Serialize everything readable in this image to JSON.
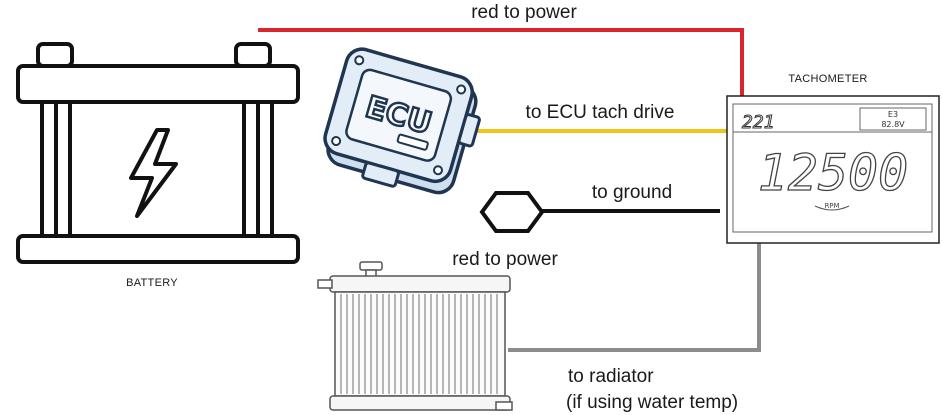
{
  "labels": {
    "top_wire": "red to power",
    "ecu_wire": "to ECU tach drive",
    "ground_wire": "to ground",
    "power_wire_2": "red to power",
    "radiator_wire_line1": "to radiator",
    "radiator_wire_line2": "(if using water temp)",
    "battery": "BATTERY",
    "tachometer": "TACHOMETER"
  },
  "ecu": {
    "text": "ECU"
  },
  "tachometer_display": {
    "reading": "12500",
    "unit": "RPM",
    "top_left": "221",
    "top_right_line1": "E3",
    "top_right_line2": "82.8V"
  },
  "colors": {
    "red_wire": "#d9252b",
    "yellow_wire": "#f0c419",
    "ground_wire": "#111111",
    "gray_wire": "#8c8c8c",
    "ecu_body": "#dde8f4",
    "ecu_outline": "#1f3550"
  },
  "icons": {
    "battery_symbol": "lightning-icon",
    "ground_symbol": "hexagon-nut-icon"
  }
}
